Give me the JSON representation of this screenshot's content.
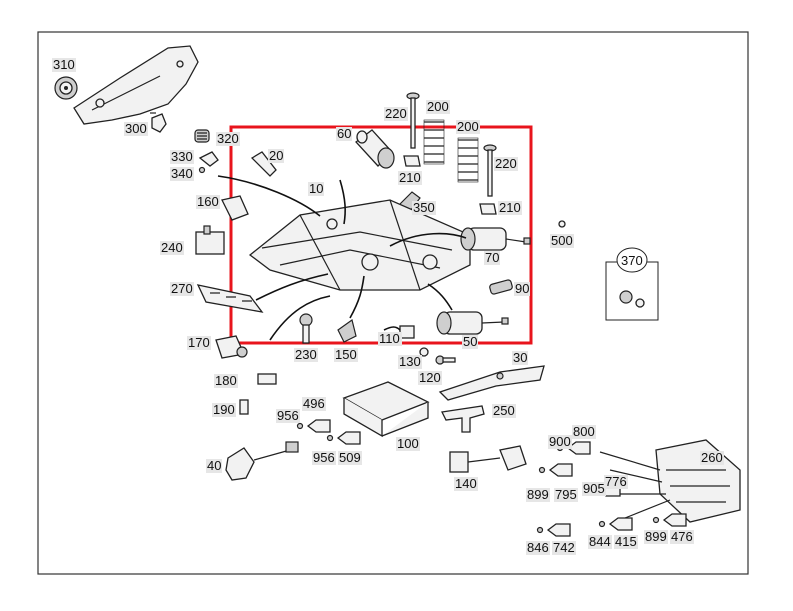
{
  "colors": {
    "highlight": "#e8141c",
    "frame": "#333333",
    "line": "#222222",
    "label_bg": "#e6e6e6"
  },
  "labels": {
    "l310": "310",
    "l300": "300",
    "l320": "320",
    "l330": "330",
    "l340": "340",
    "l20": "20",
    "l60": "60",
    "l220a": "220",
    "l200a": "200",
    "l200b": "200",
    "l220b": "220",
    "l210a": "210",
    "l210b": "210",
    "l10": "10",
    "l350": "350",
    "l160": "160",
    "l240": "240",
    "l270": "270",
    "l70": "70",
    "l500": "500",
    "l90": "90",
    "l370": "370",
    "l230": "230",
    "l150": "150",
    "l110": "110",
    "l50": "50",
    "l170": "170",
    "l130": "130",
    "l120": "120",
    "l30": "30",
    "l180": "180",
    "l190": "190",
    "l956a": "956",
    "l496": "496",
    "l956b": "956",
    "l509": "509",
    "l100": "100",
    "l250": "250",
    "l40": "40",
    "l140": "140",
    "l900": "900",
    "l800": "800",
    "l260": "260",
    "l899a": "899",
    "l795": "795",
    "l905": "905",
    "l776": "776",
    "l846": "846",
    "l742": "742",
    "l844": "844",
    "l415": "415",
    "l899b": "899",
    "l476": "476"
  }
}
